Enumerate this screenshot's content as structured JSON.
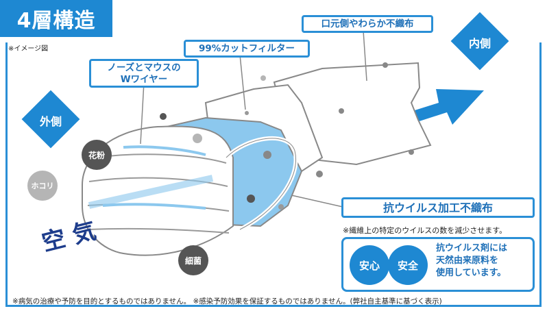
{
  "title": "4層構造",
  "image_note": "※イメージ図",
  "labels": {
    "outer_side": "外側",
    "inner_side": "内側",
    "wire": [
      "ノーズとマウスの",
      "Wワイヤー"
    ],
    "filter": "99%カットフィルター",
    "inner_nonwoven": "口元側やわらか不織布",
    "antiviral": "抗ウイルス加工不織布",
    "antiviral_note": "※繊維上の特定のウイルスの数を減少させます。",
    "air": "空 気"
  },
  "particles": {
    "pollen": "花粉",
    "dust": "ホコリ",
    "bacteria": "細菌"
  },
  "safety": {
    "left": "安心",
    "right": "安全",
    "text": [
      "抗ウイルス剤には",
      "天然由来原料を",
      "使用しています。"
    ]
  },
  "footer": "※病気の治療や予防を目的とするものではありません。 ※感染予防効果を保証するものではありません。(弊社自主基準に基づく表示)",
  "colors": {
    "accent": "#1e88d2",
    "light_blue": "#8cc8ee",
    "gray_particle": "#b5b5b5",
    "dark_particle": "#555555"
  }
}
